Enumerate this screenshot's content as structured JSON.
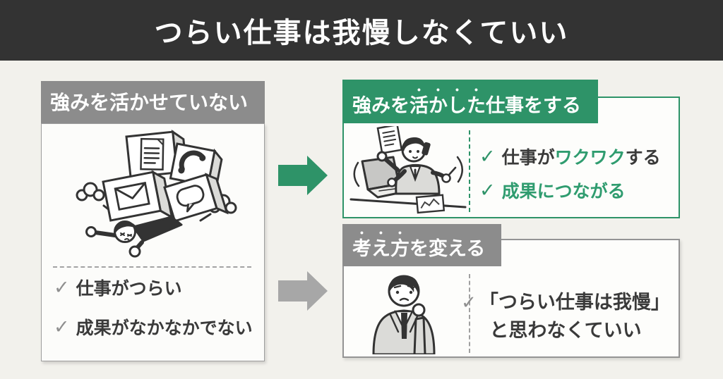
{
  "title_bar": {
    "title": "つらい仕事は我慢しなくていい"
  },
  "icons": {
    "check": "✓"
  },
  "colors": {
    "page_bg": "#F2F1EC",
    "title_bar_bg": "#333333",
    "header_gray": "#8C8C8C",
    "accent_green": "#2E9368",
    "green_text": "#2F9C6F",
    "arrow_gray": "#A7A7A7",
    "text_dark": "#3A3A3A"
  },
  "left_box": {
    "header": "強みを活かせていない",
    "illustration": "person-crushed-under-task-blocks",
    "items": [
      {
        "text": "仕事がつらい"
      },
      {
        "text": "成果がなかなかでない"
      }
    ]
  },
  "arrows": {
    "top": "green-right-arrow",
    "bottom": "gray-right-arrow"
  },
  "top_right_box": {
    "header": {
      "pre": "強みを",
      "emphasized": "活かした",
      "post": "仕事をする"
    },
    "illustration": "energetic-multitasking-worker",
    "items": [
      {
        "pre": "仕事が",
        "highlight": "ワクワク",
        "post": "する"
      },
      {
        "pre": "",
        "highlight": "成果につながる",
        "post": ""
      }
    ]
  },
  "bottom_right_box": {
    "header": {
      "pre": "",
      "emphasized": "考え方",
      "post": "を変える"
    },
    "illustration": "thinking-businessman",
    "item": {
      "line1": "「つらい仕事は我慢」",
      "line2": "と思わなくていい"
    }
  }
}
